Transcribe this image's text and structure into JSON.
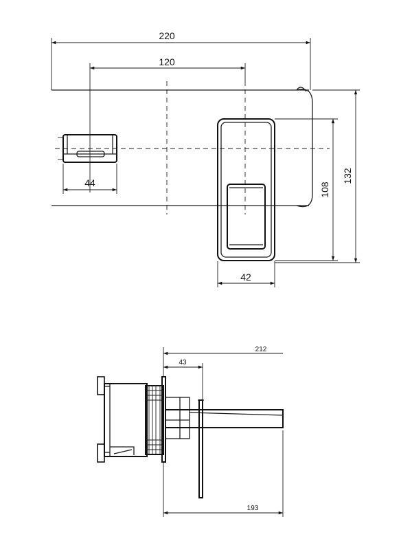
{
  "top_view": {
    "dim_overall_width": "220",
    "dim_centers": "120",
    "dim_handle_width": "44",
    "dim_plate_height": "132",
    "dim_lever_height": "108",
    "dim_lever_width": "42"
  },
  "side_view": {
    "dim_total_reach": "212",
    "dim_depth": "43",
    "dim_spout_reach": "193"
  }
}
